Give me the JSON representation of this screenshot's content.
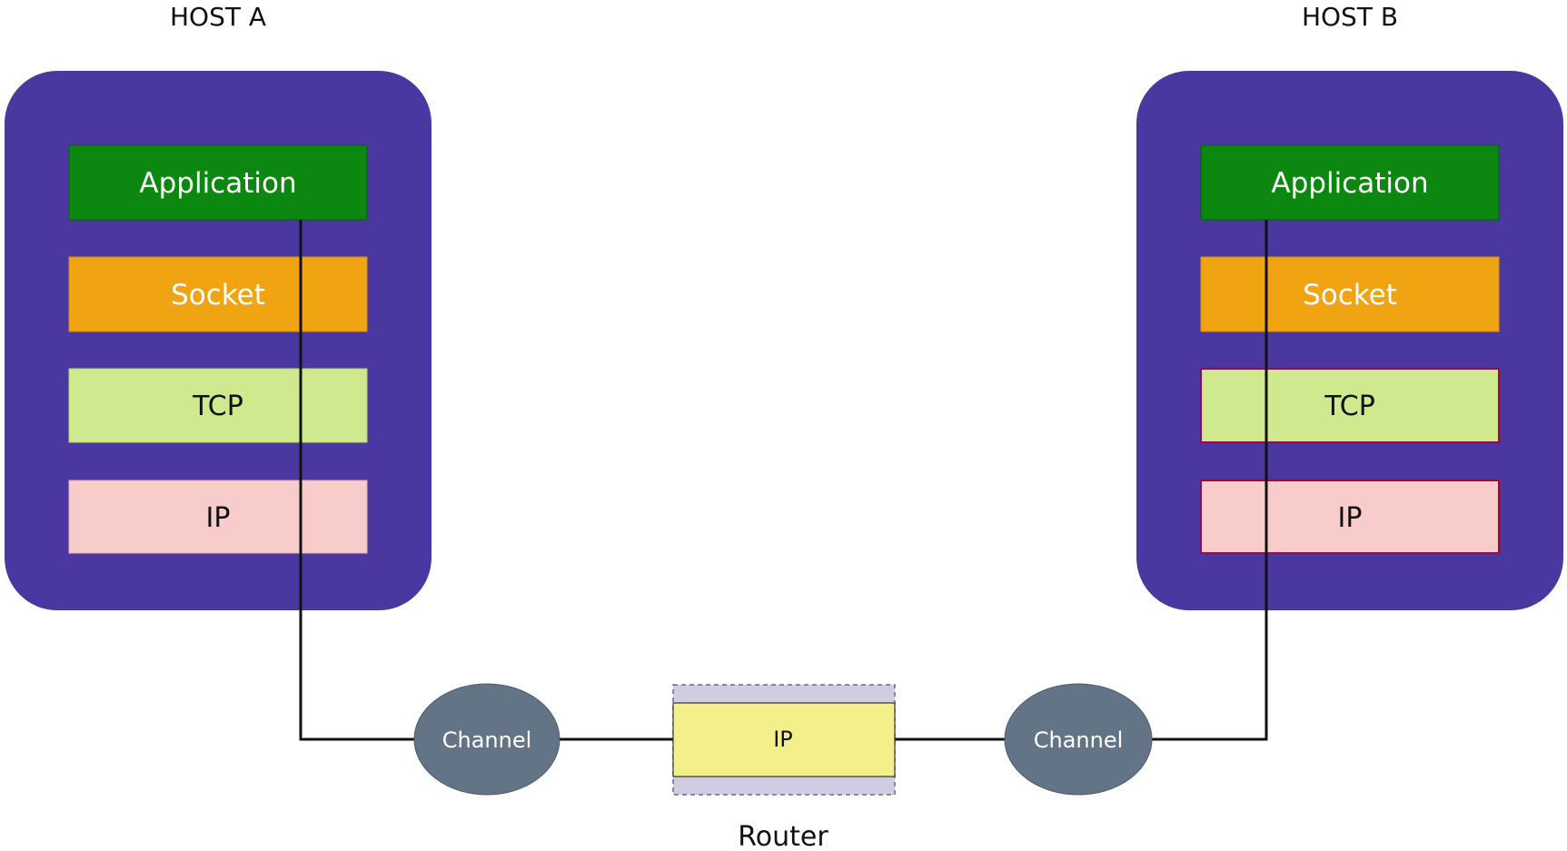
{
  "hosts": {
    "a": {
      "title": "HOST A",
      "layers": {
        "application": "Application",
        "socket": "Socket",
        "tcp": "TCP",
        "ip": "IP"
      }
    },
    "b": {
      "title": "HOST B",
      "layers": {
        "application": "Application",
        "socket": "Socket",
        "tcp": "TCP",
        "ip": "IP"
      }
    }
  },
  "channels": {
    "left": "Channel",
    "right": "Channel"
  },
  "router": {
    "title": "Router",
    "layer": "IP"
  },
  "colors": {
    "host_box": "#4a37a0",
    "application": "#0c870f",
    "socket": "#f0a412",
    "tcp": "#cfe98e",
    "ip": "#f9cccc",
    "channel": "#647487",
    "router_frame": "#d0cde2",
    "router_ip": "#f3f08a",
    "line": "#111111"
  }
}
